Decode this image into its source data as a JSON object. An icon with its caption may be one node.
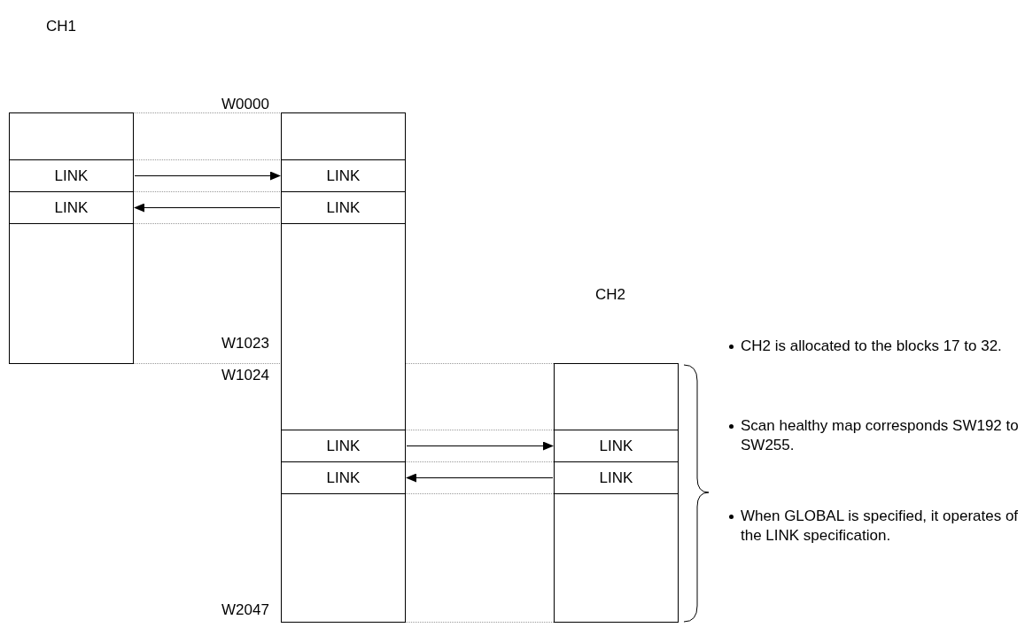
{
  "diagram": {
    "nodes": [
      {
        "text": [],
        "shape": "box"
      },
      {
        "text": [
          "LINK"
        ],
        "in": 0
      },
      {
        "text": [
          "LINK"
        ],
        "in": 0
      },
      {
        "text": [],
        "shape": "box"
      },
      {
        "text": [
          "LINK"
        ],
        "in": 3
      },
      {
        "text": [
          "LINK"
        ],
        "in": 3
      },
      {
        "text": [
          "LINK"
        ],
        "in": 3
      },
      {
        "text": [
          "LINK"
        ],
        "in": 3
      },
      {
        "text": [],
        "shape": "box"
      },
      {
        "text": [
          "LINK"
        ],
        "in": 8
      },
      {
        "text": [
          "LINK"
        ],
        "in": 8
      }
    ],
    "edges": [
      {
        "from": 1,
        "to": 4,
        "arrow": "to"
      },
      {
        "from": 5,
        "to": 2,
        "arrow": "to"
      },
      {
        "from": 6,
        "to": 9,
        "arrow": "to"
      },
      {
        "from": 10,
        "to": 7,
        "arrow": "to"
      }
    ],
    "labels": [
      "CH1",
      "CH2",
      "W0000",
      "W1023",
      "W1024",
      "W2047",
      "CH2 is allocated to the blocks 17 to 32.",
      "Scan healthy map corresponds SW192 to SW255.",
      "When GLOBAL is specified, it operates of the LINK specification."
    ]
  }
}
